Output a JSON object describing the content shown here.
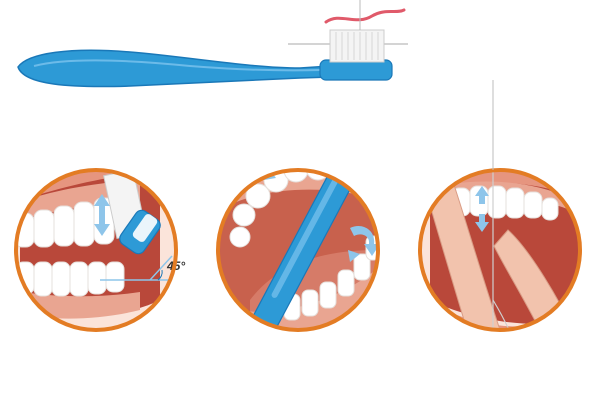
{
  "illustration": {
    "panels": [
      {
        "name": "brushing-at-angle",
        "angle_label": "45°"
      },
      {
        "name": "brushing-inner-surfaces"
      },
      {
        "name": "flossing"
      }
    ]
  },
  "colors": {
    "ring": "#e37c24",
    "gum": "#e9a591",
    "gum_dark": "#c8614d",
    "lip": "#e6957f",
    "mouth_inside": "#b9483a",
    "tooth": "#ffffff",
    "tooth_shadow": "#e6e0dc",
    "brush_blue": "#2d9ad6",
    "brush_blue_dark": "#1a78b8",
    "arrow_blue": "#8ec5ea",
    "paste_red": "#e05a6a",
    "floss": "#cfcfcf",
    "finger": "#f2c3ad"
  }
}
